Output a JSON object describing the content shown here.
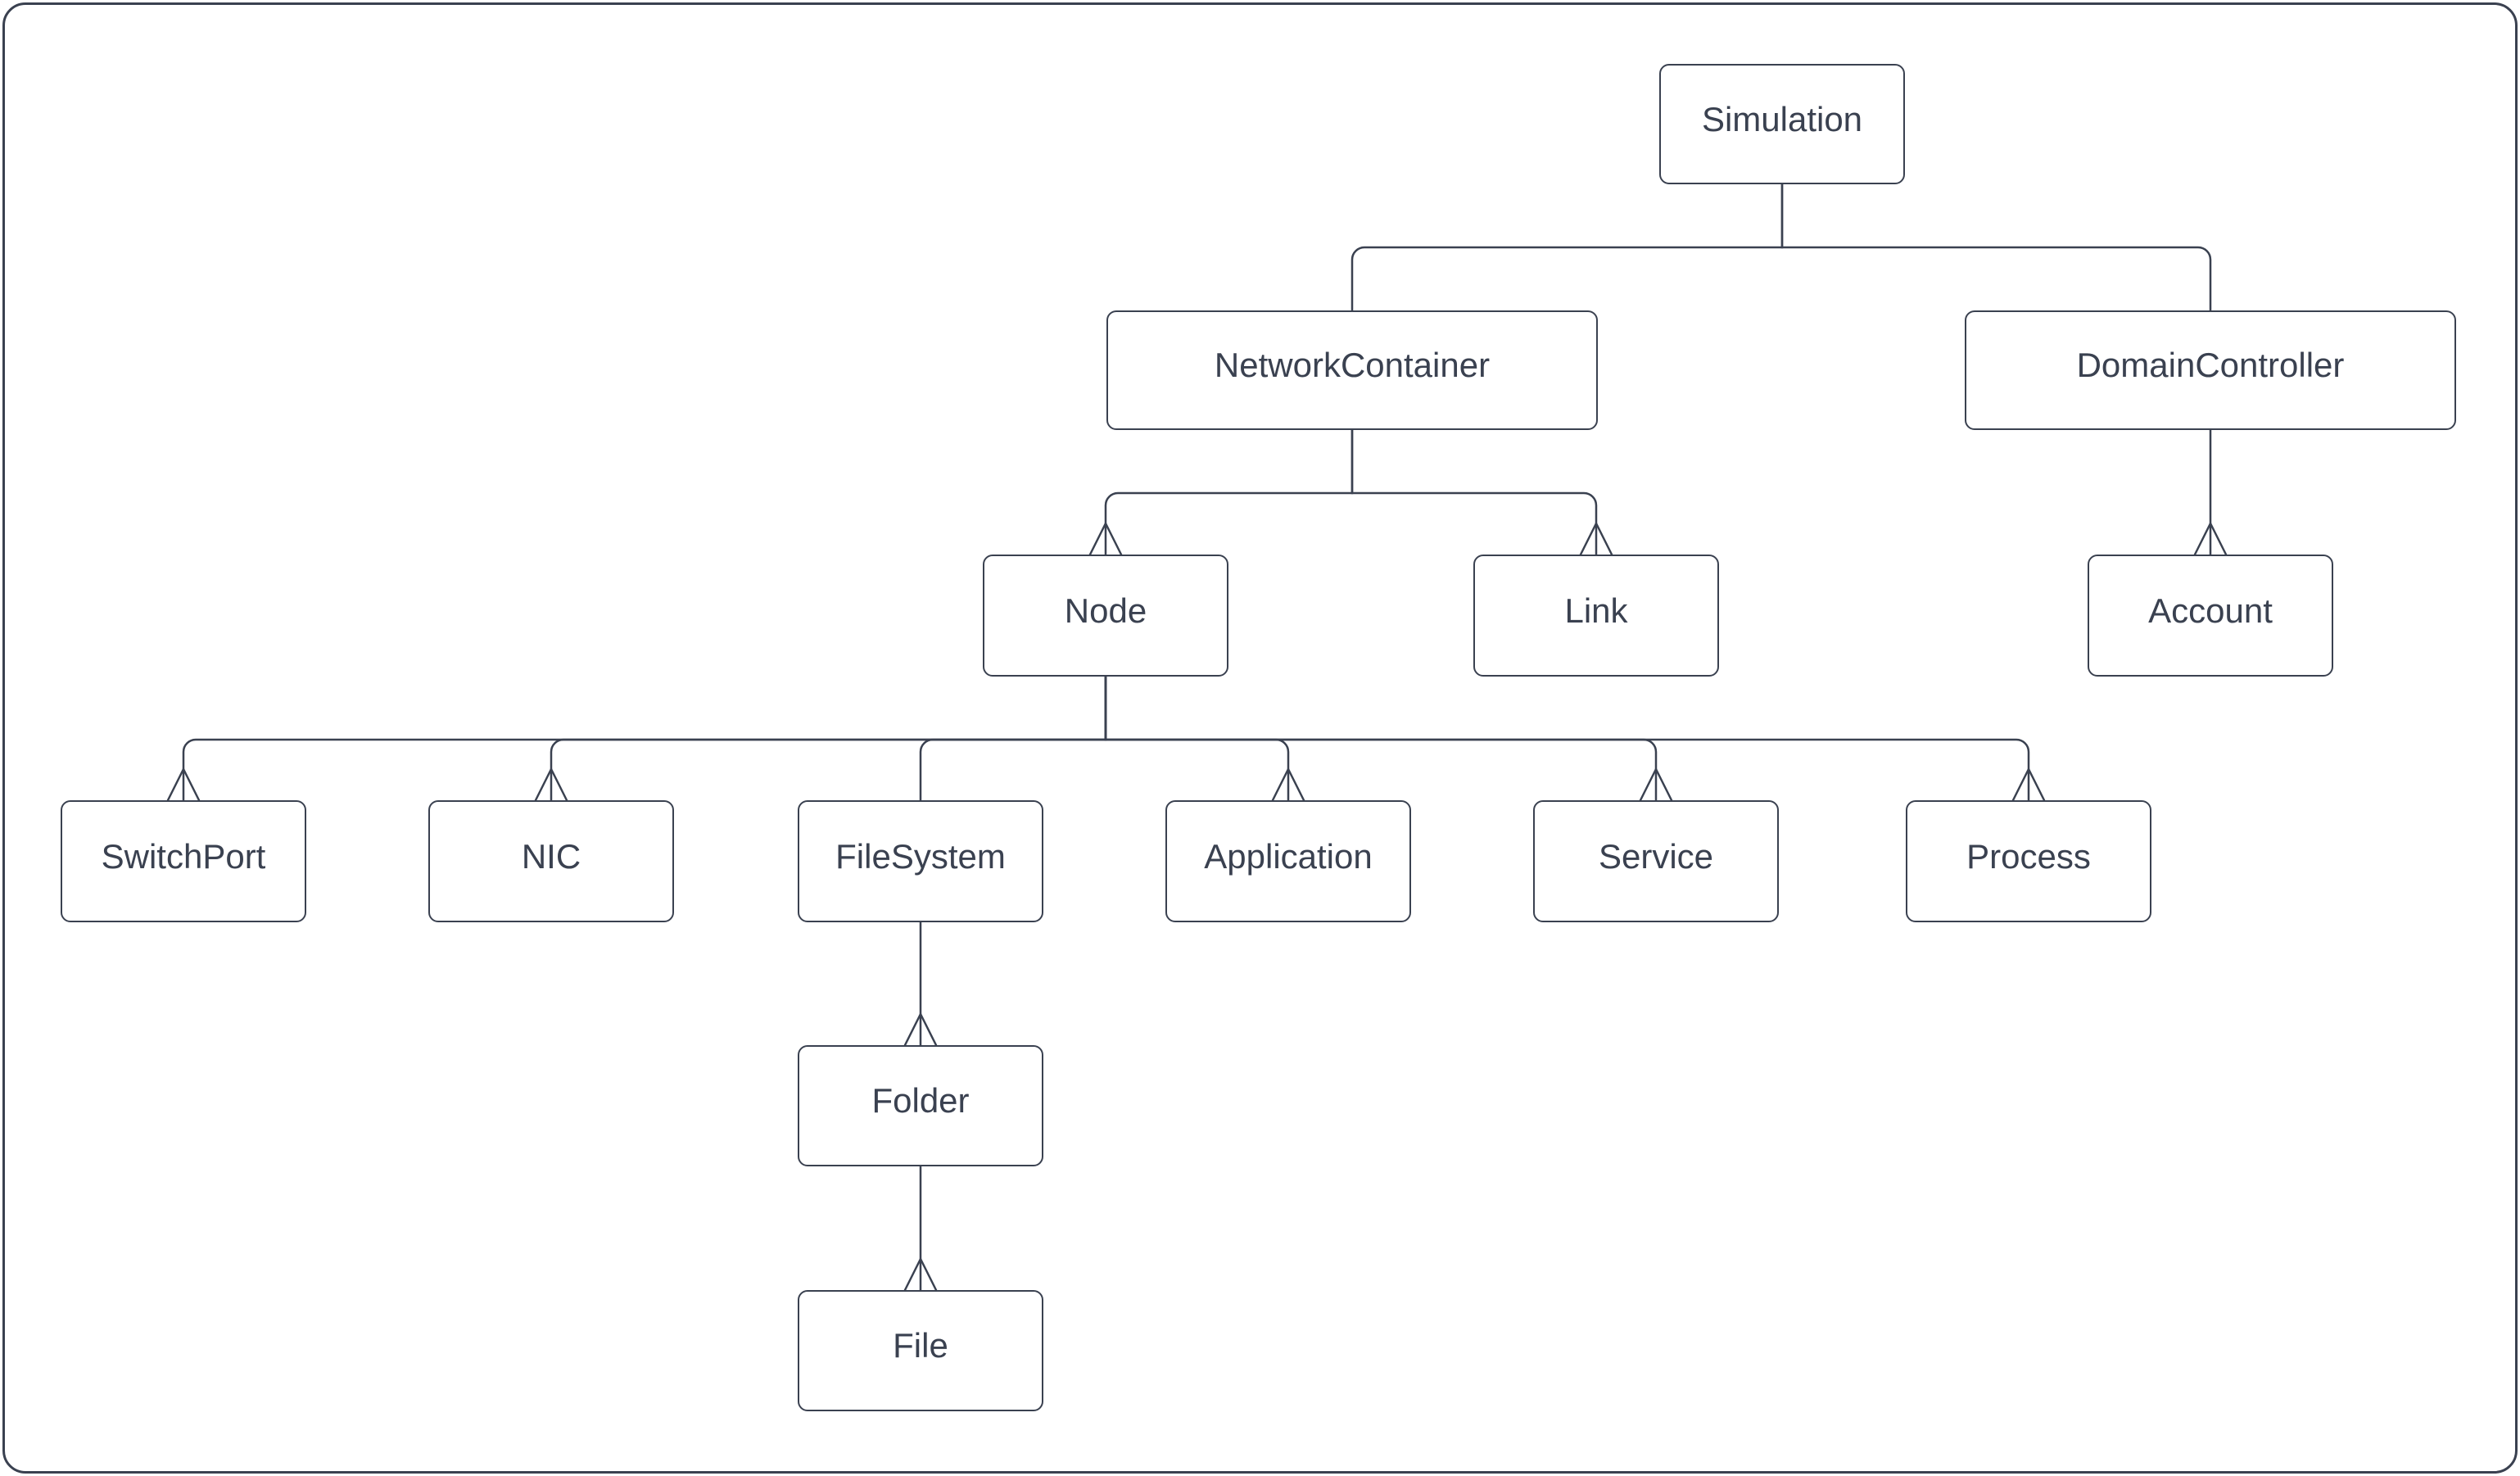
{
  "diagram": {
    "type": "hierarchy-tree",
    "colors": {
      "ink": "#3a4150",
      "background": "#ffffff",
      "node_fill": "#ffffff"
    },
    "nodes": [
      {
        "id": "simulation",
        "label": "Simulation"
      },
      {
        "id": "network-container",
        "label": "NetworkContainer"
      },
      {
        "id": "domain-controller",
        "label": "DomainController"
      },
      {
        "id": "node",
        "label": "Node"
      },
      {
        "id": "link",
        "label": "Link"
      },
      {
        "id": "account",
        "label": "Account"
      },
      {
        "id": "switchport",
        "label": "SwitchPort"
      },
      {
        "id": "nic",
        "label": "NIC"
      },
      {
        "id": "filesystem",
        "label": "FileSystem"
      },
      {
        "id": "application",
        "label": "Application"
      },
      {
        "id": "service",
        "label": "Service"
      },
      {
        "id": "process",
        "label": "Process"
      },
      {
        "id": "folder",
        "label": "Folder"
      },
      {
        "id": "file",
        "label": "File"
      }
    ],
    "edges": [
      {
        "from": "Simulation",
        "to": "NetworkContainer",
        "arrow": "none"
      },
      {
        "from": "Simulation",
        "to": "DomainController",
        "arrow": "none"
      },
      {
        "from": "NetworkContainer",
        "to": "Node",
        "arrow": "open-chevron"
      },
      {
        "from": "NetworkContainer",
        "to": "Link",
        "arrow": "open-chevron"
      },
      {
        "from": "DomainController",
        "to": "Account",
        "arrow": "open-chevron"
      },
      {
        "from": "Node",
        "to": "SwitchPort",
        "arrow": "open-chevron"
      },
      {
        "from": "Node",
        "to": "NIC",
        "arrow": "open-chevron"
      },
      {
        "from": "Node",
        "to": "FileSystem",
        "arrow": "none"
      },
      {
        "from": "Node",
        "to": "Application",
        "arrow": "open-chevron"
      },
      {
        "from": "Node",
        "to": "Service",
        "arrow": "open-chevron"
      },
      {
        "from": "Node",
        "to": "Process",
        "arrow": "open-chevron"
      },
      {
        "from": "FileSystem",
        "to": "Folder",
        "arrow": "open-chevron"
      },
      {
        "from": "Folder",
        "to": "File",
        "arrow": "open-chevron"
      }
    ]
  }
}
